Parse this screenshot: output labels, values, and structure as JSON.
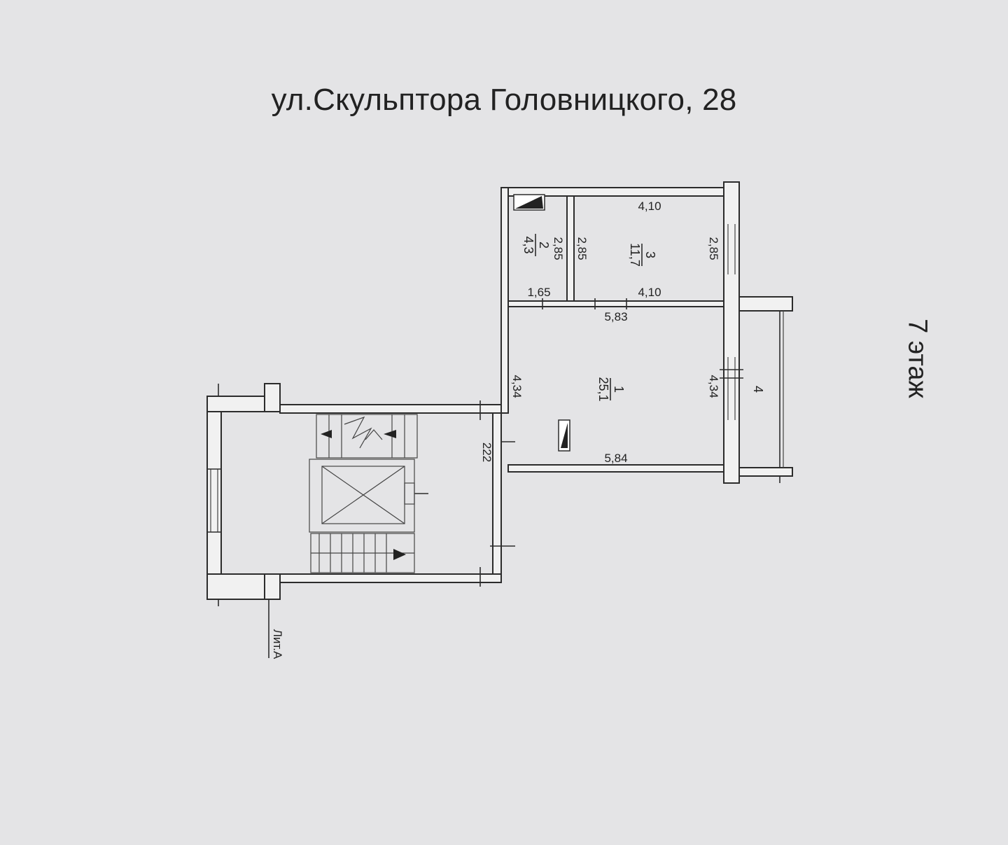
{
  "header": {
    "address": "ул.Скульптора Головницкого, 28",
    "floor": "7 этаж"
  },
  "rooms": {
    "r1": {
      "number": "1",
      "area": "25,1"
    },
    "r2": {
      "number": "2",
      "area": "4,3"
    },
    "r3": {
      "number": "3",
      "area": "11,7"
    },
    "r4": {
      "number": "4"
    }
  },
  "dimensions": {
    "r3_top": "4,10",
    "r3_bottom": "4,10",
    "r3_left": "2,85",
    "r3_right": "2,85",
    "r2_side": "2,85",
    "r2_bottom": "1,65",
    "r1_top": "5,83",
    "r1_bottom": "5,84",
    "r1_left": "4,34",
    "r1_right": "4,34",
    "corridor": "222"
  },
  "footer": {
    "liter": "Лит.А"
  },
  "colors": {
    "paper": "#e4e4e6",
    "ink": "#2c2c2c"
  }
}
